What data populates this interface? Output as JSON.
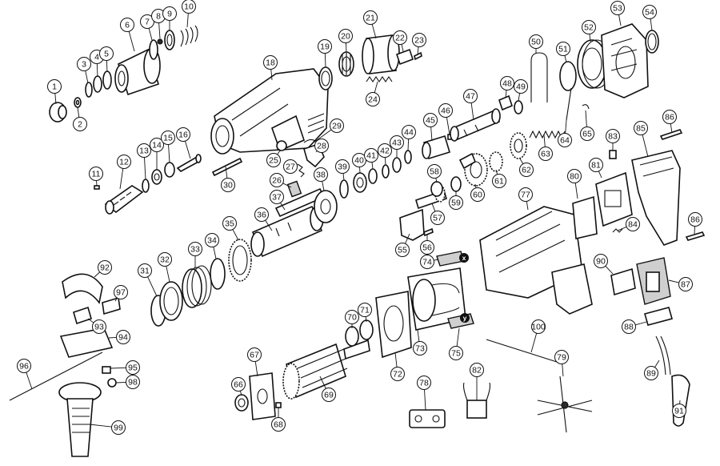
{
  "diagram": {
    "callouts": [
      {
        "id": "1",
        "label": "1"
      },
      {
        "id": "2",
        "label": "2"
      },
      {
        "id": "3",
        "label": "3"
      },
      {
        "id": "4",
        "label": "4"
      },
      {
        "id": "5",
        "label": "5"
      },
      {
        "id": "6",
        "label": "6"
      },
      {
        "id": "7",
        "label": "7"
      },
      {
        "id": "8",
        "label": "8"
      },
      {
        "id": "9",
        "label": "9"
      },
      {
        "id": "10",
        "label": "10"
      },
      {
        "id": "11",
        "label": "11"
      },
      {
        "id": "12",
        "label": "12"
      },
      {
        "id": "13",
        "label": "13"
      },
      {
        "id": "14",
        "label": "14"
      },
      {
        "id": "15",
        "label": "15"
      },
      {
        "id": "16",
        "label": "16"
      },
      {
        "id": "18",
        "label": "18"
      },
      {
        "id": "19",
        "label": "19"
      },
      {
        "id": "20",
        "label": "20"
      },
      {
        "id": "21",
        "label": "21"
      },
      {
        "id": "22",
        "label": "22"
      },
      {
        "id": "23",
        "label": "23"
      },
      {
        "id": "24",
        "label": "24"
      },
      {
        "id": "25",
        "label": "25"
      },
      {
        "id": "26",
        "label": "26"
      },
      {
        "id": "27",
        "label": "27"
      },
      {
        "id": "28",
        "label": "28"
      },
      {
        "id": "29",
        "label": "29"
      },
      {
        "id": "30",
        "label": "30"
      },
      {
        "id": "31",
        "label": "31"
      },
      {
        "id": "32",
        "label": "32"
      },
      {
        "id": "33",
        "label": "33"
      },
      {
        "id": "34",
        "label": "34"
      },
      {
        "id": "35",
        "label": "35"
      },
      {
        "id": "36",
        "label": "36"
      },
      {
        "id": "37",
        "label": "37"
      },
      {
        "id": "38",
        "label": "38"
      },
      {
        "id": "39",
        "label": "39"
      },
      {
        "id": "40",
        "label": "40"
      },
      {
        "id": "41",
        "label": "41"
      },
      {
        "id": "42",
        "label": "42"
      },
      {
        "id": "43",
        "label": "43"
      },
      {
        "id": "44",
        "label": "44"
      },
      {
        "id": "45",
        "label": "45"
      },
      {
        "id": "46",
        "label": "46"
      },
      {
        "id": "47",
        "label": "47"
      },
      {
        "id": "48",
        "label": "48"
      },
      {
        "id": "49",
        "label": "49"
      },
      {
        "id": "50",
        "label": "50"
      },
      {
        "id": "51",
        "label": "51"
      },
      {
        "id": "52",
        "label": "52"
      },
      {
        "id": "53",
        "label": "53"
      },
      {
        "id": "54",
        "label": "54"
      },
      {
        "id": "55",
        "label": "55"
      },
      {
        "id": "56",
        "label": "56"
      },
      {
        "id": "57",
        "label": "57"
      },
      {
        "id": "58",
        "label": "58"
      },
      {
        "id": "59",
        "label": "59"
      },
      {
        "id": "60",
        "label": "60"
      },
      {
        "id": "61",
        "label": "61"
      },
      {
        "id": "62",
        "label": "62"
      },
      {
        "id": "63",
        "label": "63"
      },
      {
        "id": "64",
        "label": "64"
      },
      {
        "id": "65",
        "label": "65"
      },
      {
        "id": "66",
        "label": "66"
      },
      {
        "id": "67",
        "label": "67"
      },
      {
        "id": "68",
        "label": "68"
      },
      {
        "id": "69",
        "label": "69"
      },
      {
        "id": "70",
        "label": "70"
      },
      {
        "id": "71",
        "label": "71"
      },
      {
        "id": "72",
        "label": "72"
      },
      {
        "id": "73",
        "label": "73"
      },
      {
        "id": "74",
        "label": "74"
      },
      {
        "id": "75",
        "label": "75"
      },
      {
        "id": "77",
        "label": "77"
      },
      {
        "id": "78",
        "label": "78"
      },
      {
        "id": "79",
        "label": "79"
      },
      {
        "id": "80",
        "label": "80"
      },
      {
        "id": "81",
        "label": "81"
      },
      {
        "id": "82",
        "label": "82"
      },
      {
        "id": "83",
        "label": "83"
      },
      {
        "id": "84",
        "label": "84"
      },
      {
        "id": "85",
        "label": "85"
      },
      {
        "id": "86a",
        "label": "86"
      },
      {
        "id": "86b",
        "label": "86"
      },
      {
        "id": "87",
        "label": "87"
      },
      {
        "id": "88",
        "label": "88"
      },
      {
        "id": "89",
        "label": "89"
      },
      {
        "id": "90",
        "label": "90"
      },
      {
        "id": "91",
        "label": "91"
      },
      {
        "id": "92",
        "label": "92"
      },
      {
        "id": "93",
        "label": "93"
      },
      {
        "id": "94",
        "label": "94"
      },
      {
        "id": "95",
        "label": "95"
      },
      {
        "id": "96",
        "label": "96"
      },
      {
        "id": "97",
        "label": "97"
      },
      {
        "id": "98",
        "label": "98"
      },
      {
        "id": "99",
        "label": "99"
      },
      {
        "id": "100",
        "label": "100"
      }
    ],
    "connectors": [
      {
        "id": "x",
        "label": "x"
      },
      {
        "id": "y",
        "label": "y"
      }
    ]
  }
}
